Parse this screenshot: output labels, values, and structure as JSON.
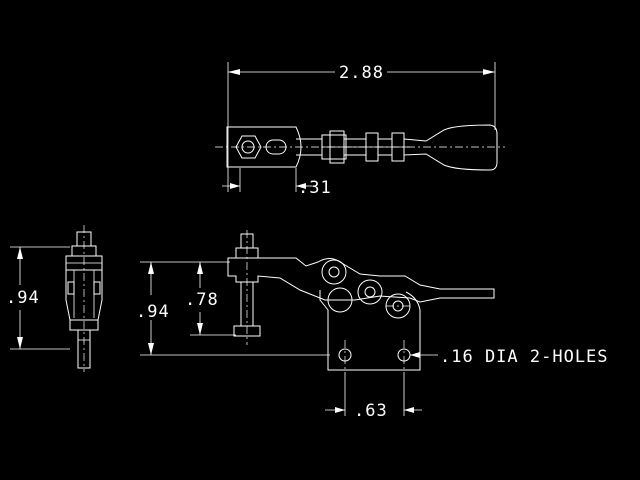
{
  "dimensions": {
    "overall_length": "2.88",
    "handle_offset": ".31",
    "side_height": ".94",
    "front_height": ".94",
    "spindle_height": ".78",
    "hole_spacing": ".63",
    "hole_callout": ".16 DIA 2-HOLES"
  },
  "colors": {
    "background": "#000000",
    "line": "#ffffff"
  }
}
